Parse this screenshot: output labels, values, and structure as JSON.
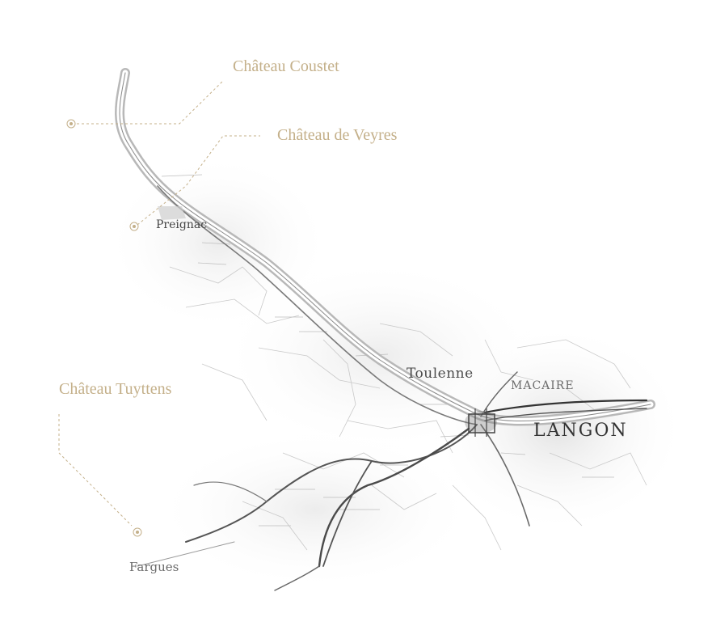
{
  "colors": {
    "accent": "#c4b08a",
    "river": "#9a9a9a",
    "road": "#555555"
  },
  "callouts": {
    "coustet": {
      "label": "Château Coustet",
      "icon": "location-marker-icon"
    },
    "veyres": {
      "label": "Château de Veyres",
      "icon": "location-marker-icon"
    },
    "tuyttens": {
      "label": "Château Tuyttens",
      "icon": "location-marker-icon"
    }
  },
  "map_labels": {
    "preignac": "Preignac",
    "toulenne": "Toulenne",
    "macaire": "MACAIRE",
    "langon": "LANGON",
    "fargues": "Fargues"
  }
}
